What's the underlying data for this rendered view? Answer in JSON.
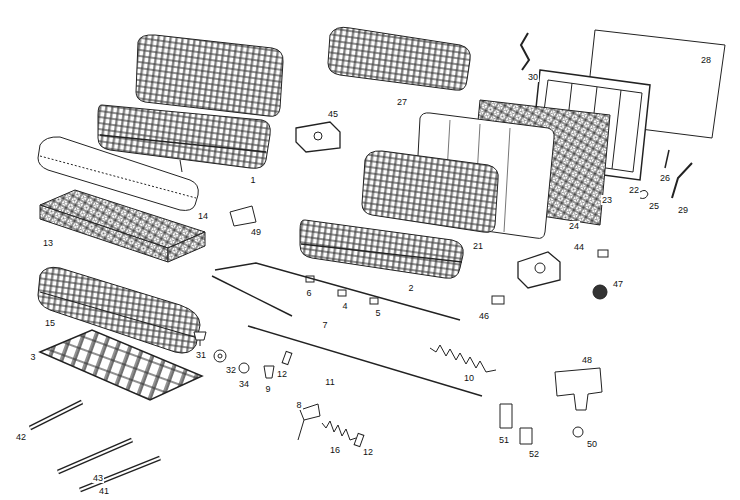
{
  "diagram": {
    "labels": [
      "1",
      "2",
      "3",
      "4",
      "5",
      "6",
      "7",
      "8",
      "9",
      "10",
      "11",
      "12",
      "12",
      "13",
      "14",
      "15",
      "16",
      "21",
      "22",
      "23",
      "24",
      "25",
      "26",
      "27",
      "28",
      "29",
      "30",
      "31",
      "32",
      "34",
      "41",
      "42",
      "43",
      "44",
      "45",
      "46",
      "47",
      "48",
      "49",
      "50",
      "51",
      "52"
    ]
  }
}
